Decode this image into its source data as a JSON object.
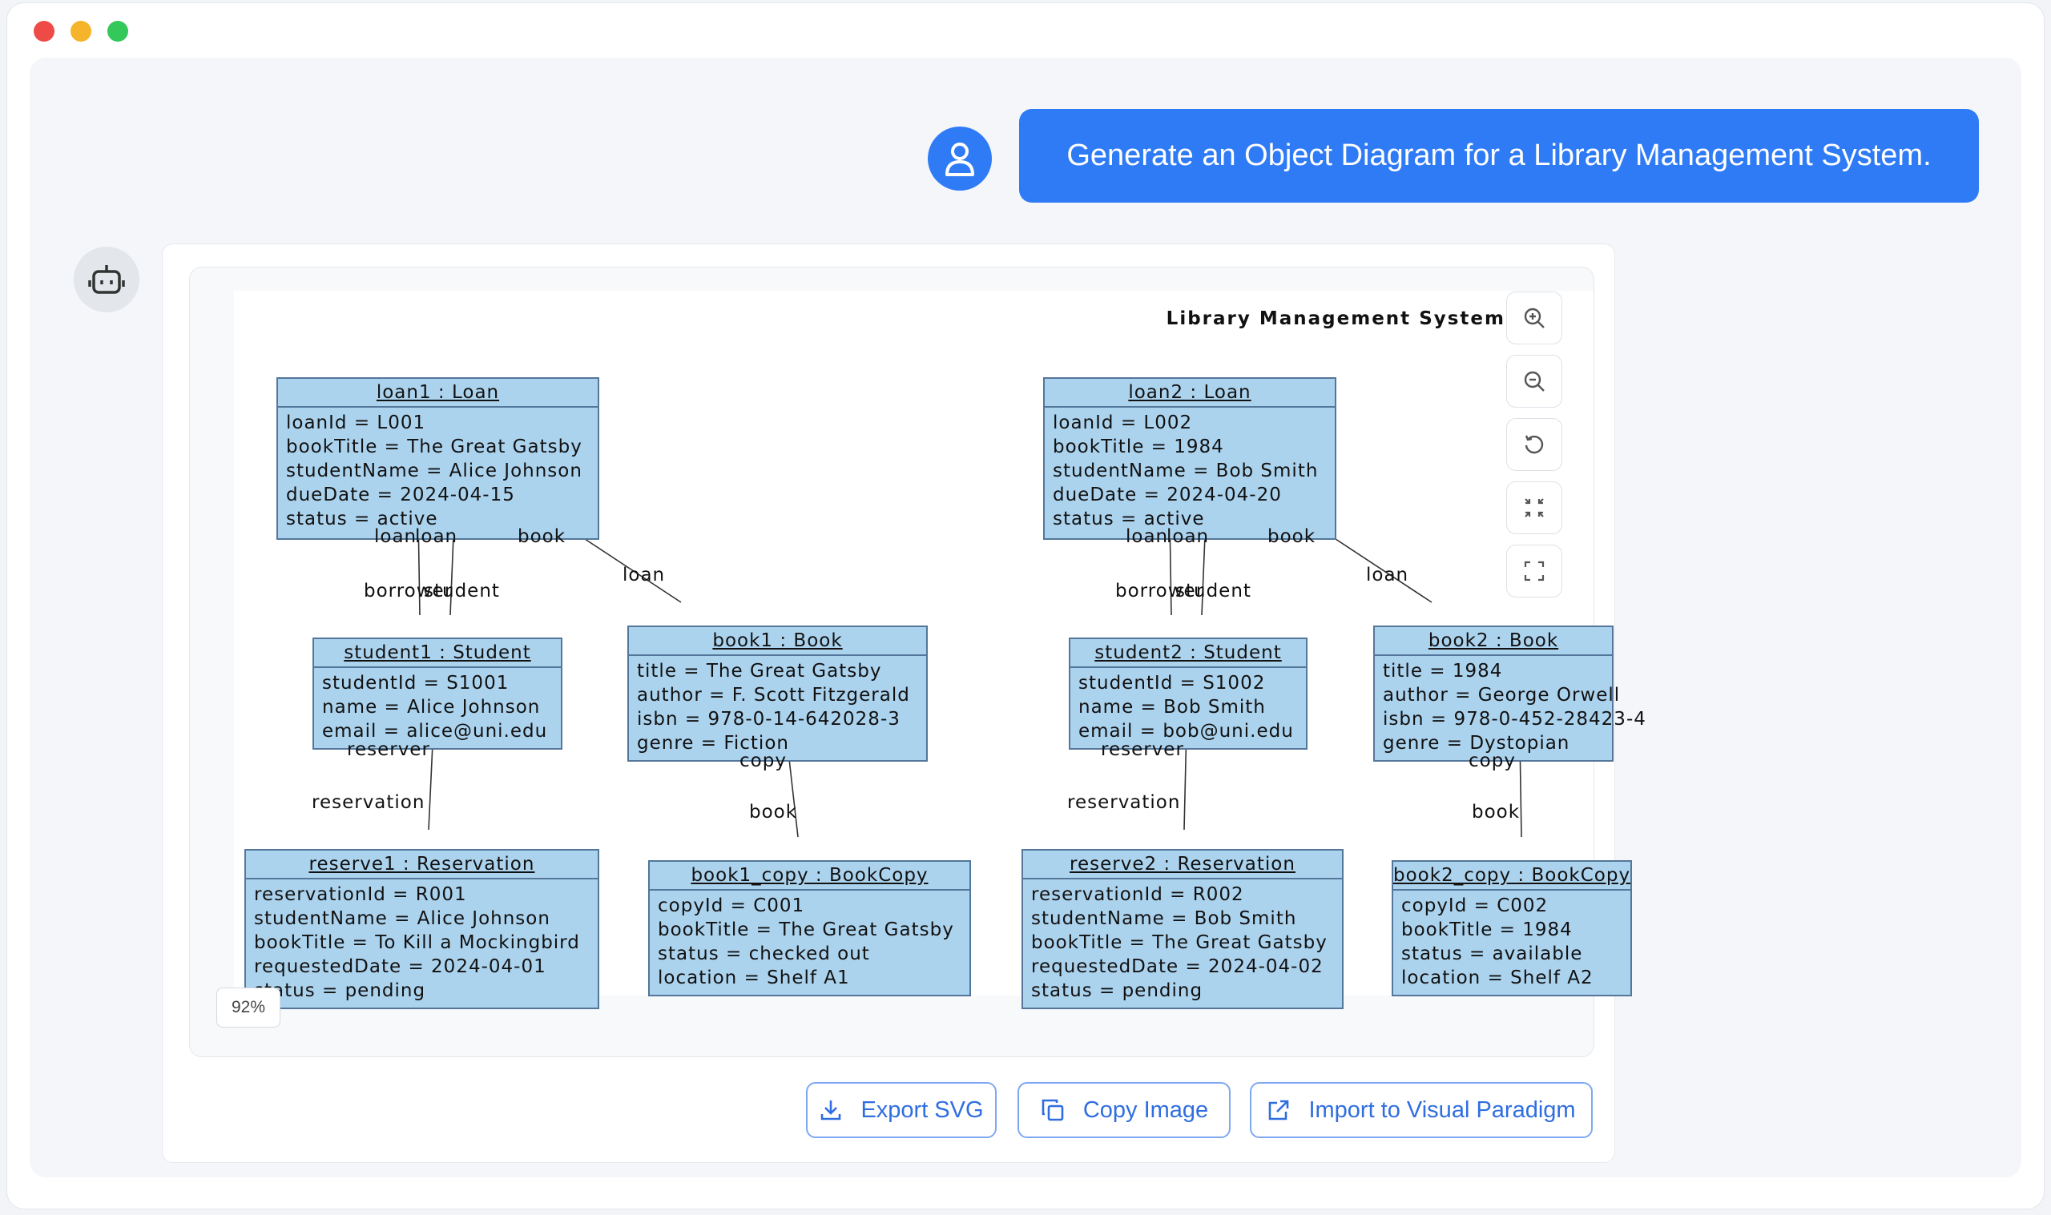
{
  "window": {
    "controls": [
      "close",
      "minimize",
      "maximize"
    ]
  },
  "chat": {
    "user_message": "Generate an Object Diagram for a Library Management System.",
    "user_avatar_icon": "user-icon",
    "bot_avatar_icon": "robot-icon"
  },
  "diagram": {
    "title": "Library Management System",
    "objects": {
      "loan1": {
        "header": "loan1 : Loan",
        "attrs": "loanId = L001\nbookTitle = The Great Gatsby\nstudentName = Alice Johnson\ndueDate = 2024-04-15\nstatus = active"
      },
      "student1": {
        "header": "student1 : Student",
        "attrs": "studentId = S1001\nname = Alice Johnson\nemail = alice@uni.edu"
      },
      "book1": {
        "header": "book1 : Book",
        "attrs": "title = The Great Gatsby\nauthor = F. Scott Fitzgerald\nisbn = 978-0-14-642028-3\ngenre = Fiction"
      },
      "reserve1": {
        "header": "reserve1 : Reservation",
        "attrs": "reservationId = R001\nstudentName = Alice Johnson\nbookTitle = To Kill a Mockingbird\nrequestedDate = 2024-04-01\nstatus = pending"
      },
      "book1_copy": {
        "header": "book1_copy : BookCopy",
        "attrs": "copyId = C001\nbookTitle = The Great Gatsby\nstatus = checked out\nlocation = Shelf A1"
      },
      "loan2": {
        "header": "loan2 : Loan",
        "attrs": "loanId = L002\nbookTitle = 1984\nstudentName = Bob Smith\ndueDate = 2024-04-20\nstatus = active"
      },
      "student2": {
        "header": "student2 : Student",
        "attrs": "studentId = S1002\nname = Bob Smith\nemail = bob@uni.edu"
      },
      "book2": {
        "header": "book2 : Book",
        "attrs": "title = 1984\nauthor = George Orwell\nisbn = 978-0-452-28423-4\ngenre = Dystopian"
      },
      "reserve2": {
        "header": "reserve2 : Reservation",
        "attrs": "reservationId = R002\nstudentName = Bob Smith\nbookTitle = The Great Gatsby\nrequestedDate = 2024-04-02\nstatus = pending"
      },
      "book2_copy": {
        "header": "book2_copy : BookCopy",
        "attrs": "copyId = C002\nbookTitle = 1984\nstatus = available\nlocation = Shelf A2"
      }
    },
    "edge_labels": {
      "l1_loan_a": "loan",
      "l1_loan_b": "loan",
      "l1_book": "book",
      "l1_borrower": "borrower",
      "l1_student": "student",
      "l1_loan_c": "loan",
      "l1_reserver": "reserver",
      "l1_reservation": "reservation",
      "l1_copy": "copy",
      "l1_book_b": "book",
      "l2_loan_a": "loan",
      "l2_loan_b": "loan",
      "l2_book": "book",
      "l2_borrower": "borrower",
      "l2_student": "student",
      "l2_loan_c": "loan",
      "l2_reserver": "reserver",
      "l2_reservation": "reservation",
      "l2_copy": "copy",
      "l2_book_b": "book"
    }
  },
  "toolbar": {
    "zoom_in_icon": "zoom-in-icon",
    "zoom_out_icon": "zoom-out-icon",
    "reset_icon": "reset-icon",
    "fit_icon": "fit-to-screen-icon",
    "fullscreen_icon": "fullscreen-icon"
  },
  "zoom_level": "92%",
  "actions": {
    "export_svg": "Export SVG",
    "copy_image": "Copy Image",
    "import_vp": "Import to Visual Paradigm"
  },
  "colors": {
    "accent": "#2f7bf5",
    "object_fill": "#acd3ee",
    "object_border": "#54769a"
  }
}
